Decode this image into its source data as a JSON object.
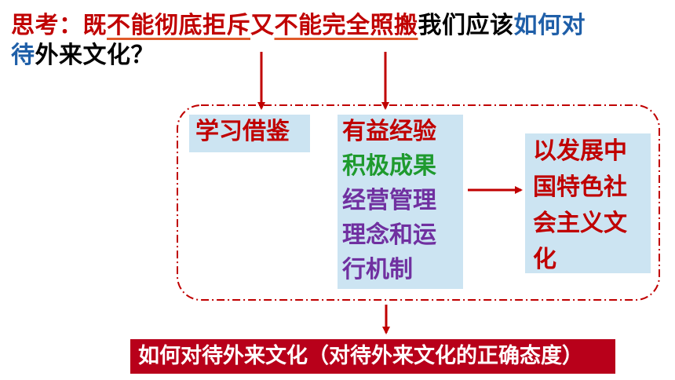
{
  "question": {
    "prefix": "思考：",
    "part1": "既",
    "part2": "不能彻底拒斥",
    "part3": "又",
    "part4": "不能完全照搬",
    "part5": "我们应该",
    "part6": "如何对",
    "line2_a": "待",
    "line2_b": "外来文化？"
  },
  "boxes": {
    "learn": "学习借鉴",
    "content": [
      "有益经验",
      "积极成果",
      "经营管理",
      "理念和运",
      "行机制"
    ],
    "goal": [
      "以发展中",
      "国特色社",
      "会主义文",
      "化"
    ]
  },
  "banner": "如何对待外来文化（对待外来文化的正确态度）",
  "colors": {
    "red": "#c00000",
    "blue": "#1f5fa8",
    "green": "#1e9a2e",
    "purple": "#7030a0",
    "box_bg": "#cce4f2",
    "banner_bg": "#b8001a",
    "arrow": "#c00000",
    "underline": "#e05a2a"
  }
}
